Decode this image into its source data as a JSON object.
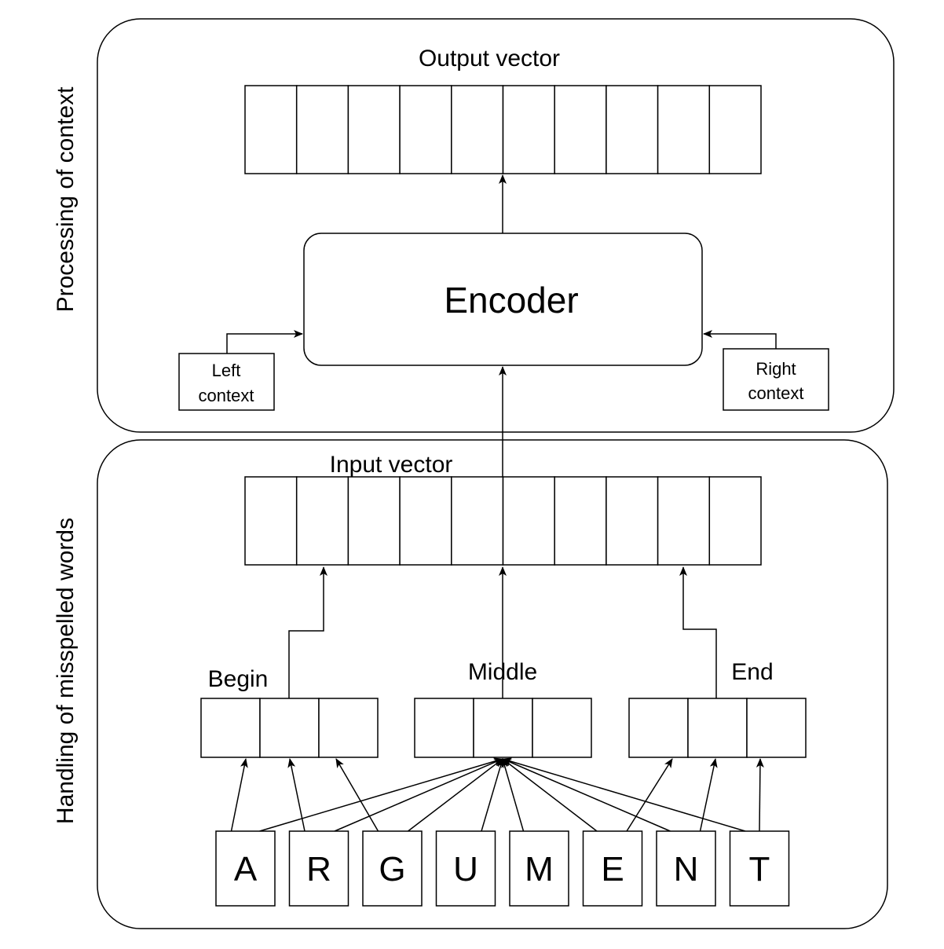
{
  "panels": {
    "top": {
      "side_label": "Processing of context"
    },
    "bottom": {
      "side_label": "Handling of misspelled words"
    }
  },
  "output_vector": {
    "label": "Output vector",
    "cell_count": 10
  },
  "input_vector": {
    "label": "Input vector",
    "cell_count": 10
  },
  "encoder": {
    "label": "Encoder"
  },
  "left_context": {
    "line1": "Left",
    "line2": "context"
  },
  "right_context": {
    "line1": "Right",
    "line2": "context"
  },
  "groups": {
    "begin": {
      "label": "Begin",
      "cell_count": 3
    },
    "middle": {
      "label": "Middle",
      "cell_count": 3
    },
    "end": {
      "label": "End",
      "cell_count": 3
    }
  },
  "letters": [
    "A",
    "R",
    "G",
    "U",
    "M",
    "E",
    "N",
    "T"
  ]
}
